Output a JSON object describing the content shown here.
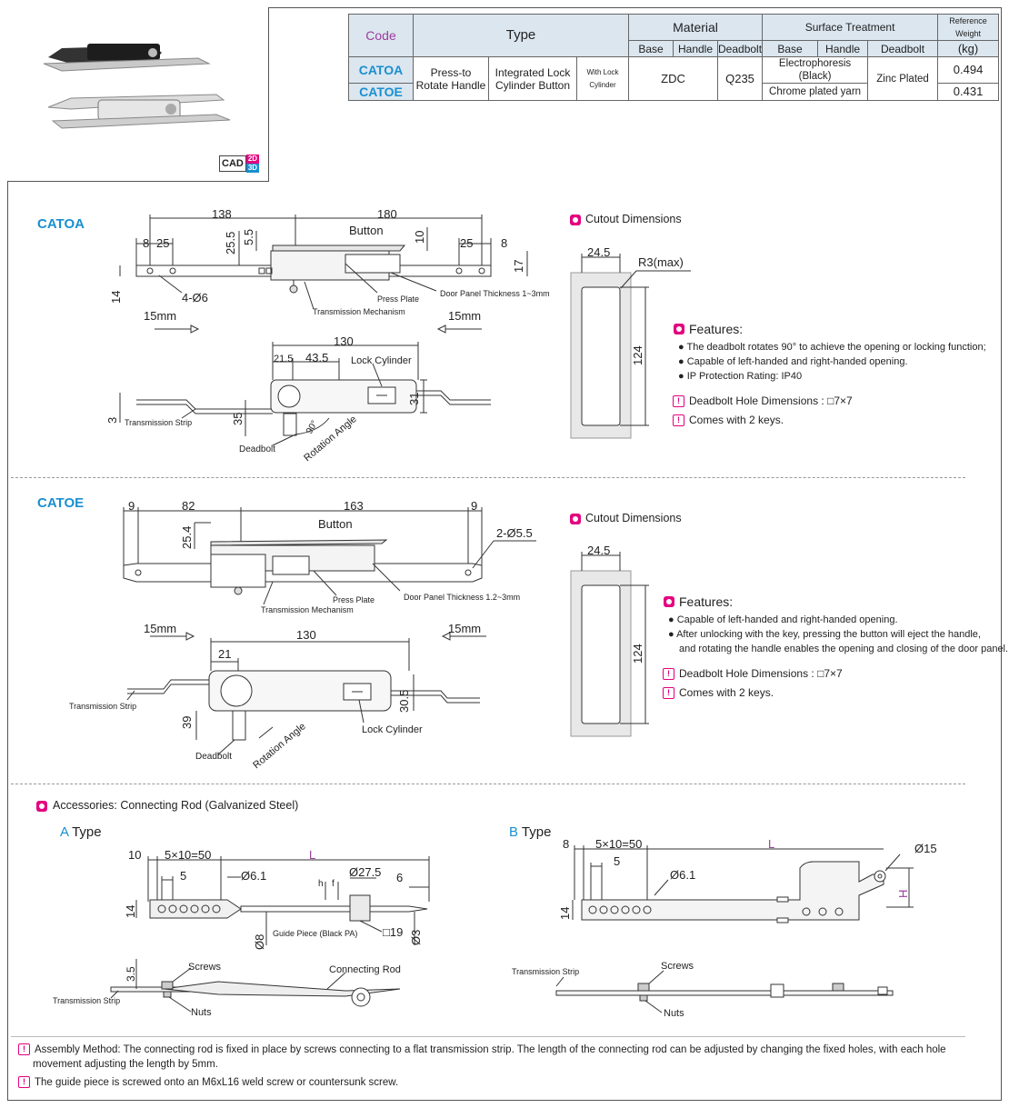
{
  "spec_table": {
    "headers": {
      "code": "Code",
      "type": "Type",
      "material": "Material",
      "surface": "Surface Treatment",
      "weight": "Reference Weight",
      "weight_unit": "(kg)",
      "base": "Base",
      "handle": "Handle",
      "deadbolt": "Deadbolt"
    },
    "codes": [
      "CATOA",
      "CATOE"
    ],
    "type_1": "Press-to Rotate Handle",
    "type_2": "Integrated Lock Cylinder Button",
    "type_3": "With Lock Cylinder",
    "mat_base_handle": "ZDC",
    "mat_deadbolt": "Q235",
    "surf_1": "Electrophoresis (Black)",
    "surf_2": "Chrome plated yarn",
    "surf_deadbolt": "Zinc Plated",
    "weights": [
      "0.494",
      "0.431"
    ]
  },
  "cad": {
    "label": "CAD",
    "d2": "2D",
    "d3": "3D"
  },
  "catoa": {
    "title": "CATOA",
    "dims": {
      "d138": "138",
      "d180": "180",
      "d8a": "8",
      "d25a": "25",
      "d25_5": "25.5",
      "d5_5": "5.5",
      "d10": "10",
      "d25b": "25",
      "d8b": "8",
      "d17": "17",
      "d14": "14",
      "holes": "4-Ø6",
      "d130": "130",
      "d21_5": "21.5",
      "d43_5": "43.5",
      "d31": "31",
      "d35": "35",
      "d3": "3",
      "angle": "90°"
    },
    "labels": {
      "button": "Button",
      "press_plate": "Press Plate",
      "door_panel": "Door Panel Thickness 1~3mm",
      "mechanism": "Transmission Mechanism",
      "stroke_l": "15mm",
      "stroke_r": "15mm",
      "lock_cyl": "Lock Cylinder",
      "strip": "Transmission Strip",
      "deadbolt": "Deadbolt",
      "rotation": "Rotation Angle"
    },
    "cutout_title": "Cutout Dimensions",
    "cutout": {
      "w": "24.5",
      "r": "R3(max)",
      "h": "124"
    },
    "features_title": "Features:",
    "features": [
      "The deadbolt rotates 90° to achieve the opening or locking function;",
      "Capable of left-handed and right-handed opening.",
      "IP Protection Rating: IP40"
    ],
    "notes": [
      "Deadbolt Hole Dimensions : □7×7",
      "Comes with 2 keys."
    ]
  },
  "catoe": {
    "title": "CATOE",
    "dims": {
      "d9a": "9",
      "d82": "82",
      "d163": "163",
      "d9b": "9",
      "d25_4": "25.4",
      "holes": "2-Ø5.5",
      "d130": "130",
      "d21": "21",
      "d30_5": "30.5",
      "d39": "39"
    },
    "labels": {
      "button": "Button",
      "press_plate": "Press Plate",
      "door_panel": "Door Panel Thickness 1.2~3mm",
      "mechanism": "Transmission Mechanism",
      "stroke_l": "15mm",
      "stroke_r": "15mm",
      "lock_cyl": "Lock Cylinder",
      "strip": "Transmission Strip",
      "deadbolt": "Deadbolt",
      "rotation": "Rotation Angle"
    },
    "cutout_title": "Cutout Dimensions",
    "cutout": {
      "w": "24.5",
      "h": "124"
    },
    "features_title": "Features:",
    "features": [
      "Capable of left-handed and right-handed opening.",
      "After unlocking with the key, pressing the button will eject the handle,",
      "and rotating the handle enables the opening and closing of the door panel."
    ],
    "notes": [
      "Deadbolt Hole Dimensions : □7×7",
      "Comes with 2 keys."
    ]
  },
  "accessories": {
    "title": "Accessories: Connecting Rod (Galvanized Steel)",
    "type_a": {
      "letter": "A",
      "word": "Type",
      "d10": "10",
      "d5x10": "5×10=50",
      "d5": "5",
      "L": "L",
      "d6_1": "Ø6.1",
      "d27_5": "Ø27.5",
      "h": "h",
      "f": "f",
      "d6": "6",
      "d14": "14",
      "d8": "Ø8",
      "guide": "Guide Piece (Black PA)",
      "d19": "□19",
      "d3": "Ø3",
      "d3_5": "3.5",
      "screws": "Screws",
      "rod": "Connecting Rod",
      "strip": "Transmission Strip",
      "nuts": "Nuts"
    },
    "type_b": {
      "letter": "B",
      "word": "Type",
      "d8": "8",
      "d5x10": "5×10=50",
      "d5": "5",
      "L": "L",
      "d6_1": "Ø6.1",
      "d15": "Ø15",
      "H": "H",
      "d14": "14",
      "screws": "Screws",
      "strip": "Transmission Strip",
      "nuts": "Nuts"
    }
  },
  "footnotes": [
    "Assembly Method: The connecting rod is fixed in place by screws connecting to a flat transmission strip. The length of the connecting rod can be adjusted by changing the fixed holes, with each hole",
    "movement adjusting the length by 5mm.",
    "The guide piece is screwed onto an M6xL16 weld screw or countersunk screw."
  ],
  "colors": {
    "accent_blue": "#1a8fd0",
    "magenta": "#e4007f",
    "header_bg": "#dbe6ef",
    "code_purple": "#9b3d9b"
  }
}
